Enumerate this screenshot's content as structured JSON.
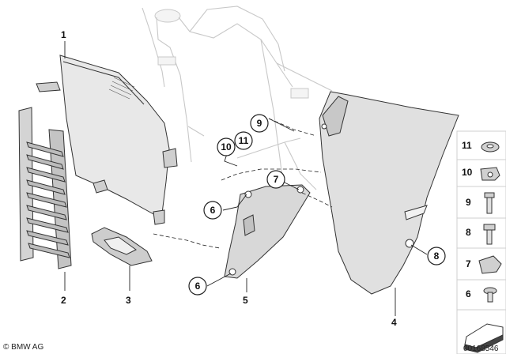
{
  "callouts": {
    "c1": "1",
    "c2": "2",
    "c3": "3",
    "c4": "4",
    "c5": "5",
    "c6a": "6",
    "c6b": "6",
    "c7": "7",
    "c8": "8",
    "c9": "9",
    "c10": "10",
    "c11": "11"
  },
  "legend": {
    "items": [
      {
        "num": "11"
      },
      {
        "num": "10"
      },
      {
        "num": "9"
      },
      {
        "num": "8"
      },
      {
        "num": "7"
      },
      {
        "num": "6"
      }
    ]
  },
  "footer": {
    "copyright": "© BMW AG",
    "doc_id": "00168546"
  },
  "colors": {
    "outline": "#222222",
    "ghost": "#c8c8c8",
    "part_fill": "#d8d8d8",
    "panel_fill": "#e0e0e0"
  }
}
